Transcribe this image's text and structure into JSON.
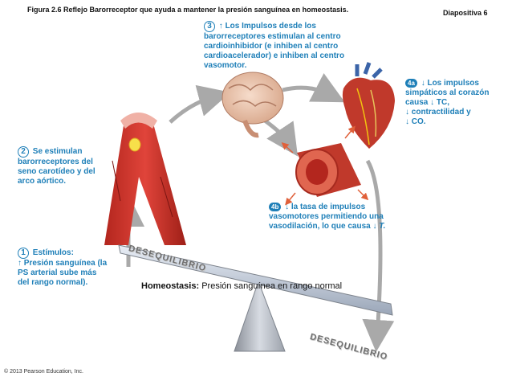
{
  "header": {
    "figure_title": "Figura 2.6  Reflejo Barorreceptor que ayuda a mantener la presión sanguínea en homeostasis.",
    "slide_label": "Diapositiva 6"
  },
  "step1": {
    "number": "1",
    "title": "Estímulos:",
    "text": "Presión sanguínea (la PS arterial sube más del rango normal)."
  },
  "step2": {
    "number": "2",
    "text": "Se estimulan barorreceptores del seno carotídeo y del arco aórtico."
  },
  "step3": {
    "number": "3",
    "text": "Los Impulsos desde los barorreceptores estimulan al centro cardioinhibidor (e inhiben al centro cardioacelerador) e inhiben al centro vasomotor."
  },
  "step4a": {
    "label": "4a",
    "line1": "Los impulsos simpáticos al corazón causa",
    "tc": "TC,",
    "contract": "contractilidad y",
    "co": "CO."
  },
  "step4b": {
    "label": "4b",
    "text": "la tasa de impulsos vasomotores permitiendo una vasodilación, lo que causa",
    "t": "T."
  },
  "balance": {
    "desequilibrio_top": "DESEQUILIBRIO",
    "desequilibrio_bottom": "DESEQUILIBRIO",
    "homeostasis_bold": "Homeostasis:",
    "homeostasis_text": "Presión sanguínea en rango normal"
  },
  "footer": {
    "copyright": "© 2013 Pearson Education, Inc."
  },
  "colors": {
    "accent_blue": "#1e7fb8",
    "arrow_gray": "#a9a9a9",
    "tissue_red": "#c0392b"
  }
}
